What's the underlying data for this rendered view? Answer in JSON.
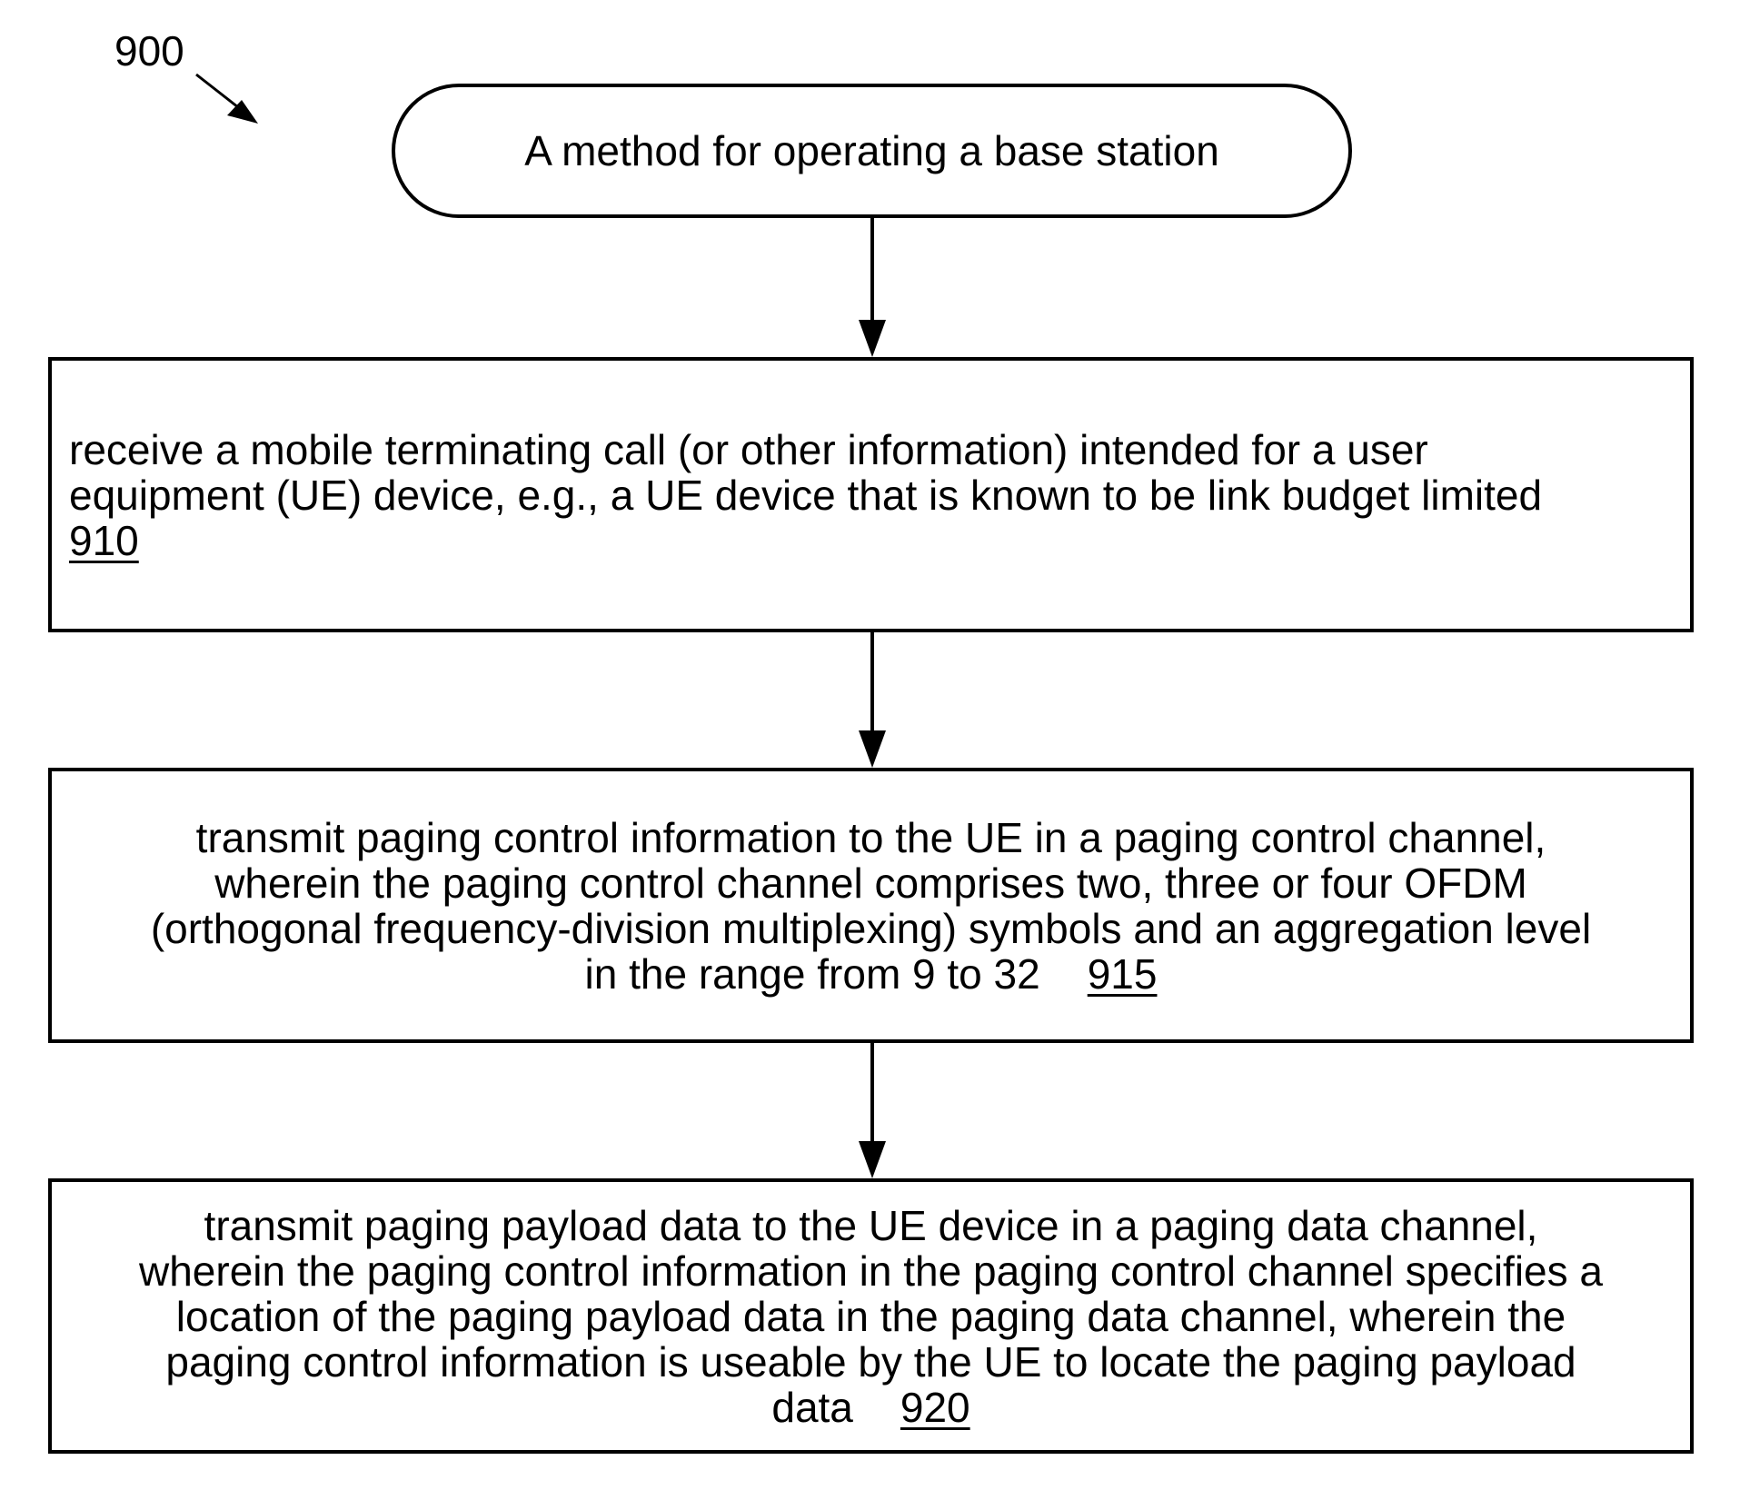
{
  "figure": {
    "ref_label": "900"
  },
  "start": {
    "text": "A method for operating a base station"
  },
  "steps": [
    {
      "lines": [
        "receive a mobile terminating call (or other information) intended for a user",
        "equipment (UE) device, e.g., a UE device that is known to be link budget limited"
      ],
      "last_line": "",
      "ref": "910"
    },
    {
      "lines": [
        "transmit paging control information to the UE in a paging control channel,",
        "wherein the paging control channel comprises two, three or four OFDM",
        "(orthogonal frequency-division multiplexing) symbols and an aggregation level"
      ],
      "last_line": "in the range from 9 to 32",
      "ref": "915"
    },
    {
      "lines": [
        "transmit paging payload data to the UE device in a paging data channel,",
        "wherein the paging control information in the paging control channel specifies a",
        "location of the paging payload data in the paging data channel, wherein the",
        "paging control information is useable by the UE to locate the paging payload"
      ],
      "last_line": "data",
      "ref": "920"
    }
  ]
}
